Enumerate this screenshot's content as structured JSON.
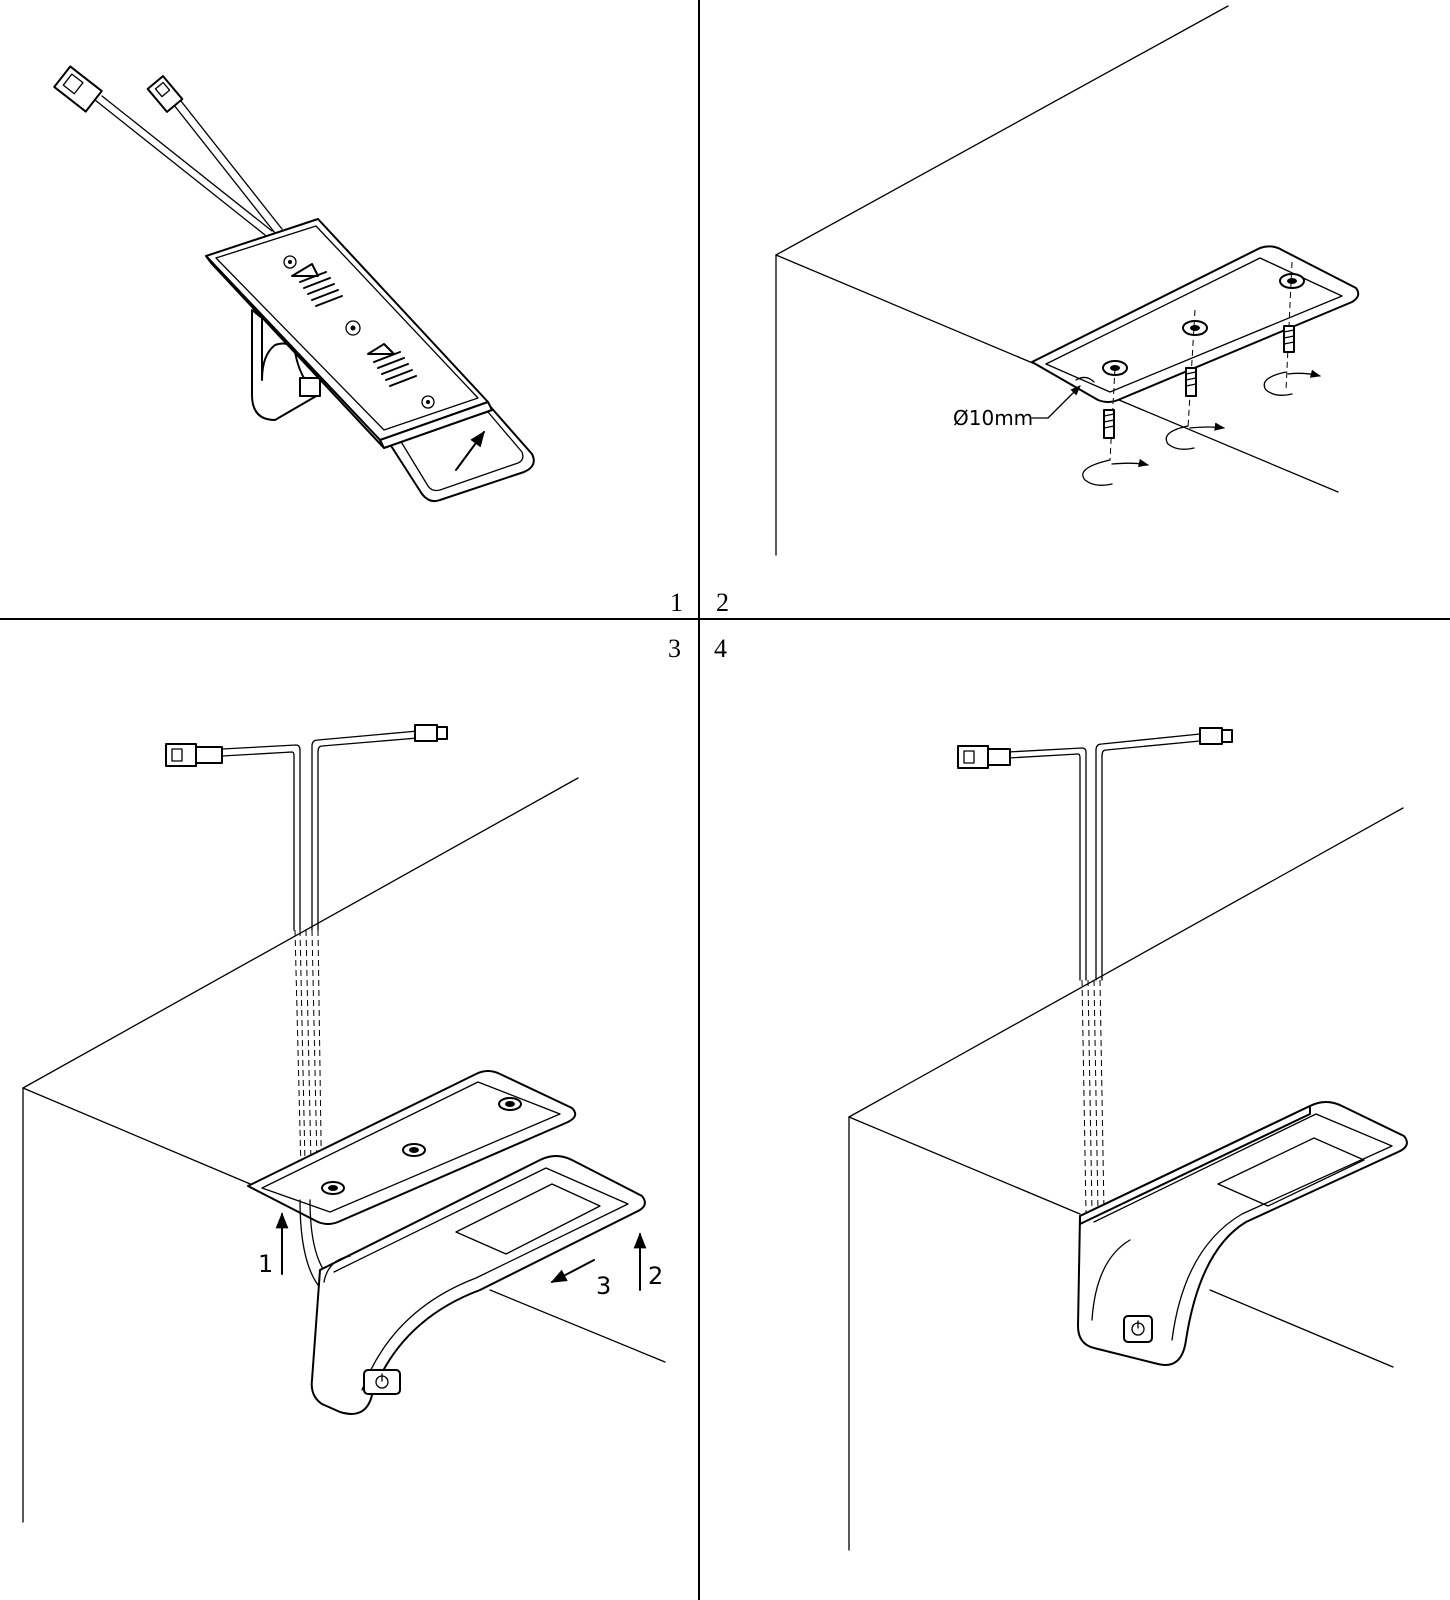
{
  "steps": [
    {
      "number": "1"
    },
    {
      "number": "2",
      "hole_label": "Ø10mm"
    },
    {
      "number": "3",
      "arrow_labels": [
        "1",
        "2",
        "3"
      ]
    },
    {
      "number": "4"
    }
  ],
  "colors": {
    "line": "#000000",
    "background": "#ffffff"
  },
  "icons": [
    "power-icon",
    "rotation-arrow-icon",
    "screw-icon",
    "connector-plug-icon"
  ]
}
